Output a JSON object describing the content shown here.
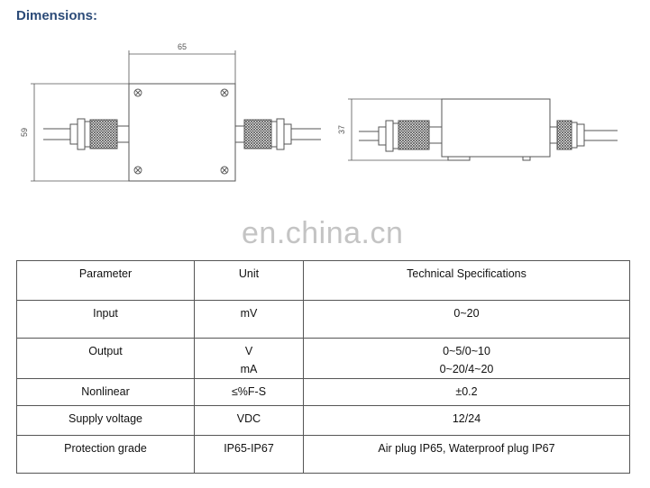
{
  "heading": "Dimensions:",
  "drawing": {
    "top_view_width_dim": "65",
    "top_view_height_dim": "59",
    "side_view_height_dim": "37"
  },
  "watermark": "en.china.cn",
  "table": {
    "headers": [
      "Parameter",
      "Unit",
      "Technical Specifications"
    ],
    "rows": [
      {
        "param": "Input",
        "unit": [
          "mV"
        ],
        "spec": [
          "0~20"
        ]
      },
      {
        "param": "Output",
        "unit": [
          "V",
          "mA"
        ],
        "spec": [
          "0~5/0~10",
          "0~20/4~20"
        ]
      },
      {
        "param": "Nonlinear",
        "unit": [
          "≤%F-S"
        ],
        "spec": [
          "±0.2"
        ]
      },
      {
        "param": "Supply voltage",
        "unit": [
          "VDC"
        ],
        "spec": [
          "12/24"
        ]
      },
      {
        "param": "Protection grade",
        "unit": [
          "IP65-IP67"
        ],
        "spec": [
          "Air plug IP65, Waterproof plug IP67"
        ]
      }
    ]
  }
}
